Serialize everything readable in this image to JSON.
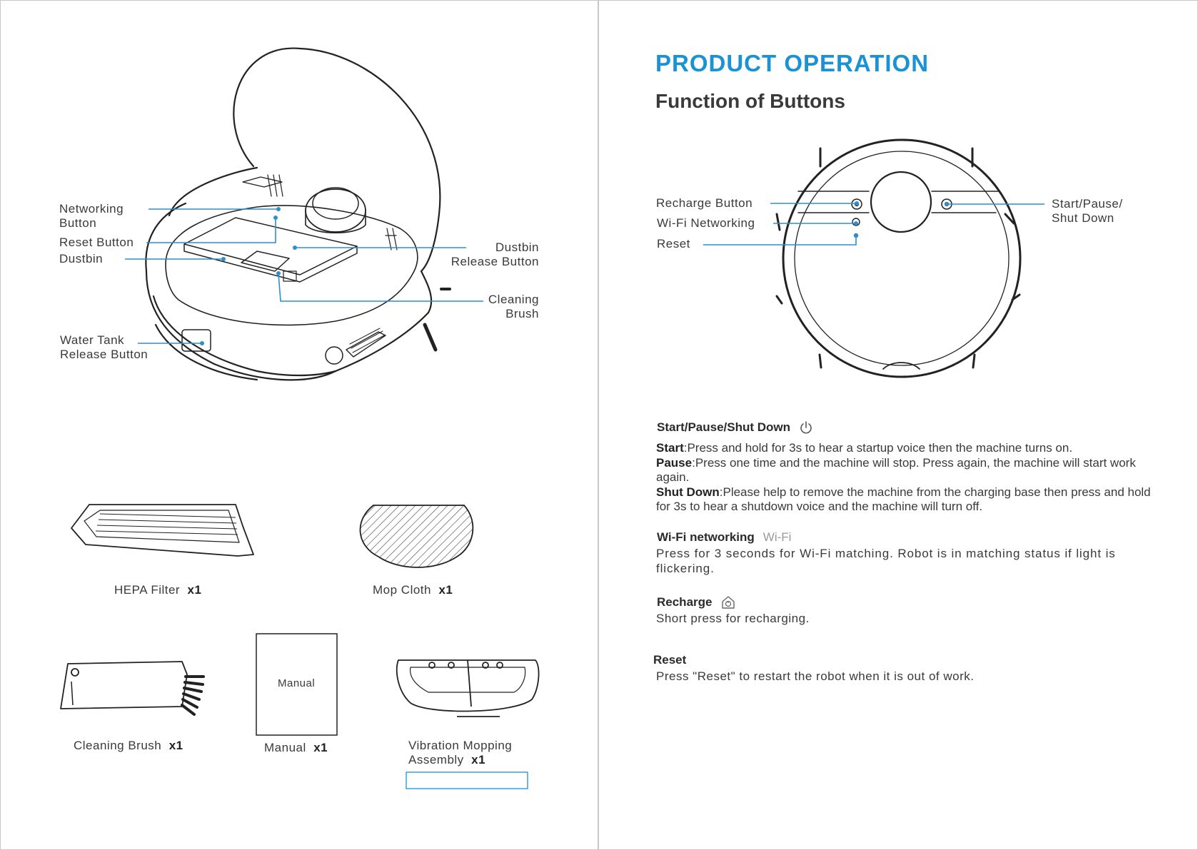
{
  "left": {
    "labels": {
      "networking": "Networking\nButton",
      "reset": "Reset Button",
      "dustbin": "Dustbin",
      "water_tank": "Water Tank\nRelease Button",
      "dustbin_release": "Dustbin\nRelease Button",
      "cleaning_brush": "Cleaning\nBrush"
    },
    "accessories": [
      {
        "name": "HEPA Filter",
        "qty": "x1"
      },
      {
        "name": "Mop Cloth",
        "qty": "x1"
      },
      {
        "name": "Cleaning Brush",
        "qty": "x1"
      },
      {
        "name": "Manual",
        "qty": "x1"
      },
      {
        "name": "Vibration Mopping\nAssembly",
        "qty": "x1"
      }
    ],
    "manual_cover": "Manual"
  },
  "right": {
    "title": "PRODUCT OPERATION",
    "subtitle": "Function of Buttons",
    "diagram_labels": {
      "recharge": "Recharge Button",
      "wifi": "Wi-Fi Networking",
      "reset": "Reset",
      "start": "Start/Pause/\nShut Down"
    },
    "sections": {
      "start": {
        "heading": "Start/Pause/Shut Down",
        "items": [
          {
            "term": "Start",
            "text": ":Press and hold for 3s to hear a startup voice then the machine turns on."
          },
          {
            "term": "Pause",
            "text": ":Press one time and the machine will stop. Press again, the machine will start work again."
          },
          {
            "term": "Shut Down",
            "text": ":Please help to remove the machine from the charging base then press and hold for 3s to hear a shutdown voice and the machine will turn off."
          }
        ]
      },
      "wifi": {
        "heading": "Wi-Fi networking",
        "sub": "Wi-Fi",
        "text": "Press for 3 seconds for Wi-Fi matching. Robot  is in matching status if light is flickering."
      },
      "recharge": {
        "heading": "Recharge",
        "text": "Short press for recharging."
      },
      "reset": {
        "heading": "Reset",
        "text": "Press \"Reset\" to restart the robot when it is out of work."
      }
    }
  },
  "colors": {
    "accent": "#1a92d4",
    "line": "#2b8fd0",
    "text": "#3a3a3a"
  }
}
